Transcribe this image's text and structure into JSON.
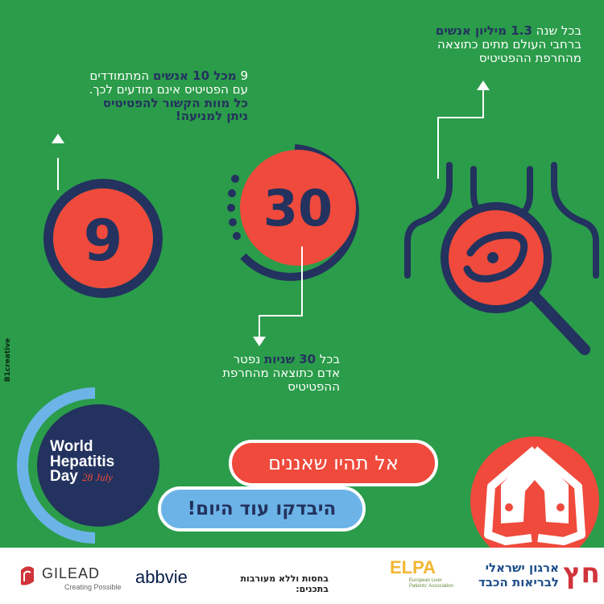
{
  "stat_left": {
    "number": "9",
    "line1_prefix": "9 ",
    "line1_bold": "מכל 10 אנשים",
    "line1_suffix": " המתמודדים",
    "line2": "עם הפטיטיס אינם מודעים לכך.",
    "line3": "כל מוות הקשור להפטיטיס",
    "line4": "ניתן למניעה!"
  },
  "stat_center": {
    "number": "30",
    "line1_prefix": "בכל ",
    "line1_bold": "30 שניות",
    "line1_suffix": " נפטר",
    "line2": "אדם כתוצאה מהחרפת",
    "line3": "ההפטיטיס"
  },
  "stat_right": {
    "line1_prefix": "בכל שנה ",
    "line1_bold": "1.3 מיליון אנשים",
    "line2": "ברחבי העולם מתים כתוצאה",
    "line3": "מהחרפת ההפטיטיס"
  },
  "credit": "B1creative",
  "badge": {
    "line1": "World",
    "line2": "Hepatitis",
    "line3": "Day",
    "date": "28 July"
  },
  "pill_top": "אל תהיו שאננים",
  "pill_bottom": "היבדקו עוד היום!",
  "footer": {
    "gilead": "GILEAD",
    "gilead_tagline": "Creating Possible",
    "abbvie": "abbvie",
    "disclaimer": "בחסות וללא מעורבות בתכנים:",
    "elpa": "ELPA",
    "elpa_sub1": "European Liver",
    "elpa_sub2": "Patients' Association",
    "org_mark": "חץ",
    "org_line1": "ארגון ישראלי",
    "org_line2": "לבריאות הכבד"
  },
  "colors": {
    "background": "#2b9c4a",
    "navy": "#23325e",
    "red": "#ef4a3c",
    "light_blue": "#6cb4e8"
  }
}
